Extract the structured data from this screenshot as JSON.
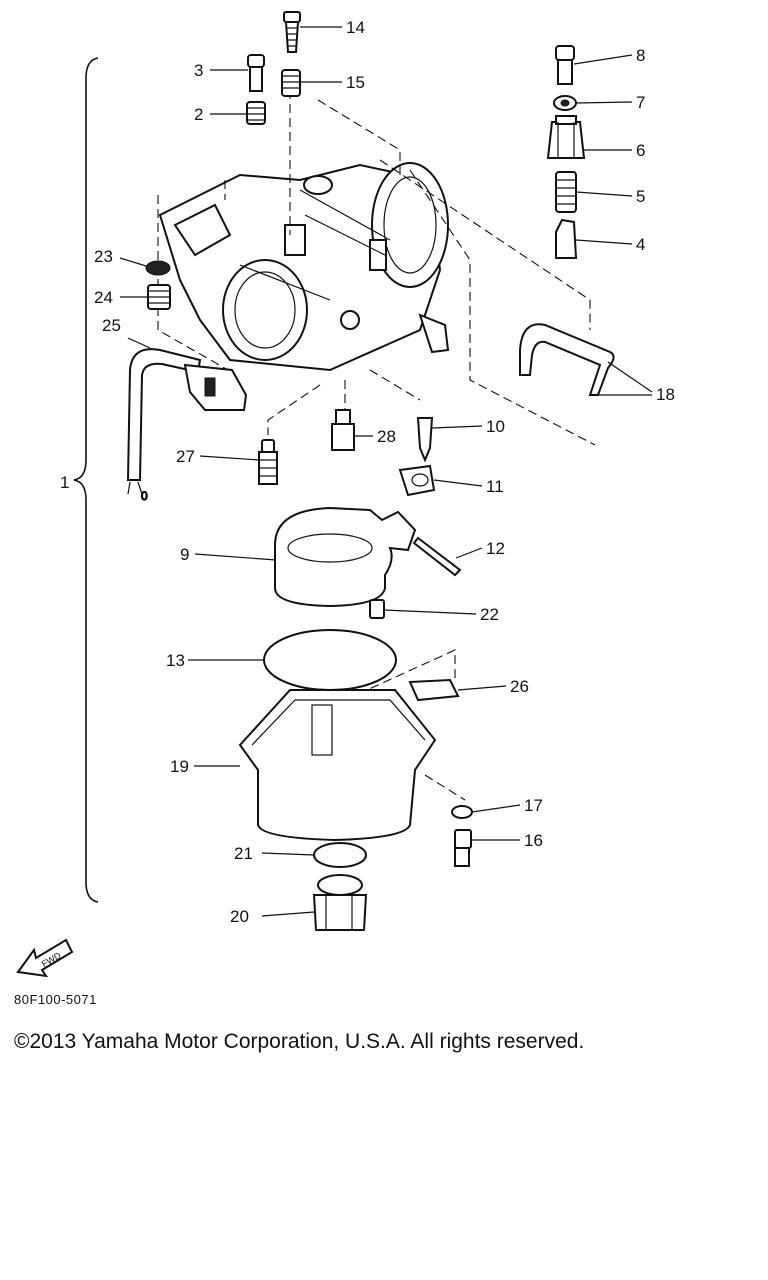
{
  "diagram": {
    "callouts": {
      "c1": "1",
      "c2": "2",
      "c3": "3",
      "c4": "4",
      "c5": "5",
      "c6": "6",
      "c7": "7",
      "c8": "8",
      "c9": "9",
      "c10": "10",
      "c11": "11",
      "c12": "12",
      "c13": "13",
      "c14": "14",
      "c15": "15",
      "c16": "16",
      "c17": "17",
      "c18": "18",
      "c19": "19",
      "c20": "20",
      "c21": "21",
      "c22": "22",
      "c23": "23",
      "c24": "24",
      "c25": "25",
      "c26": "26",
      "c27": "27",
      "c28": "28"
    },
    "fwd_label": "FWD",
    "part_number": "80F100-5071"
  },
  "footer": {
    "copyright": "©2013 Yamaha Motor Corporation, U.S.A. All rights reserved."
  }
}
